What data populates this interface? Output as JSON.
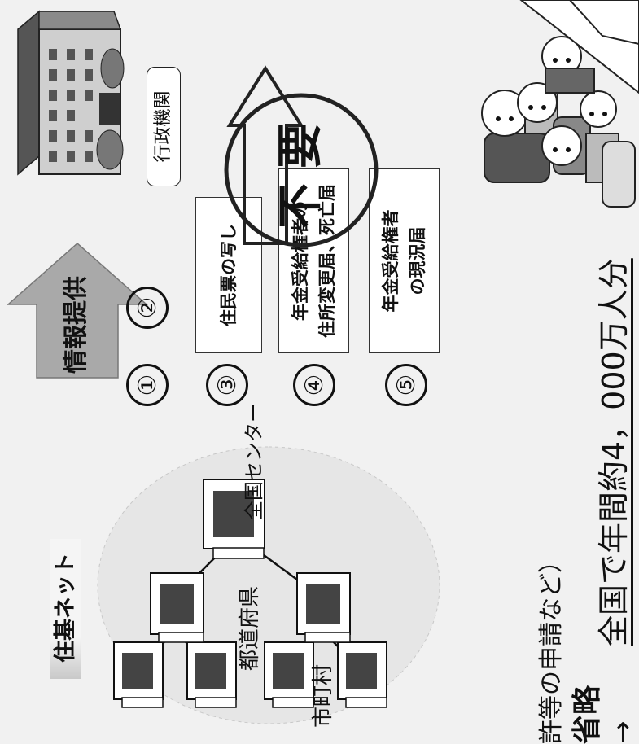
{
  "network": {
    "title": "住基ネット",
    "municipal_label": "市町村",
    "prefecture_label": "都道府県",
    "center_label": "全国センター"
  },
  "arrow": {
    "label": "情報提供"
  },
  "agency": {
    "label": "行政機関"
  },
  "markers": {
    "m1": "①",
    "m2": "②",
    "m3": "③",
    "m4": "④",
    "m5": "⑤"
  },
  "documents": {
    "d3": "住民票の写し",
    "d4": "年金受給権者の\n住所変更届、死亡届",
    "d5": "年金受給権者\nの現況届"
  },
  "stamp": {
    "label": "不要"
  },
  "bottom": {
    "line1": "許等の申請など）",
    "line2": "省略",
    "arrow": "→",
    "summary": "全国で年間約4，000万人分"
  },
  "colors": {
    "arrow_fill": "#a9a9a9",
    "stamp_line": "#222222"
  }
}
